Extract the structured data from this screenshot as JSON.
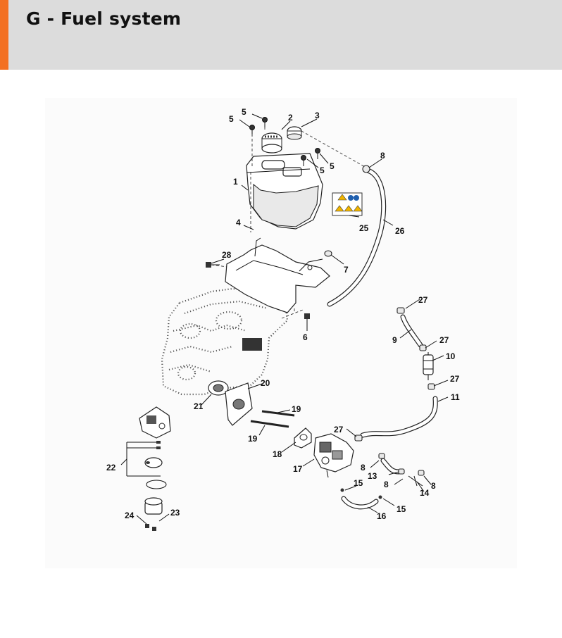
{
  "header": {
    "title": "G - Fuel system",
    "accent_color": "#f37021",
    "background_color": "#dcdcdc"
  },
  "diagram": {
    "part_labels": {
      "p1": "1",
      "p2": "2",
      "p3": "3",
      "p4": "4",
      "p5a": "5",
      "p5b": "5",
      "p5c": "5",
      "p5d": "5",
      "p6": "6",
      "p7": "7",
      "p8a": "8",
      "p8b": "8",
      "p8c": "8",
      "p8d": "8",
      "p9": "9",
      "p10": "10",
      "p11": "11",
      "p13": "13",
      "p14": "14",
      "p15a": "15",
      "p15b": "15",
      "p16": "16",
      "p17": "17",
      "p18": "18",
      "p19a": "19",
      "p19b": "19",
      "p20": "20",
      "p21": "21",
      "p22": "22",
      "p23": "23",
      "p24": "24",
      "p25": "25",
      "p26": "26",
      "p27a": "27",
      "p27b": "27",
      "p27c": "27",
      "p27d": "27",
      "p28": "28"
    }
  }
}
